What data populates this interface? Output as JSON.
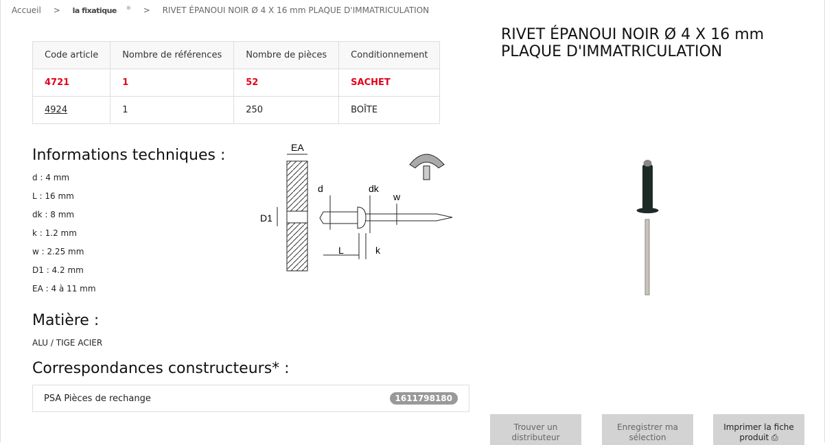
{
  "breadcrumb": {
    "home": "Accueil",
    "brand": "la fixatique",
    "reg": "®",
    "current": "RIVET ÉPANOUI NOIR Ø 4 X 16 mm PLAQUE D'IMMATRICULATION",
    "sep": ">"
  },
  "title_line1": "RIVET ÉPANOUI NOIR Ø 4 X 16 mm",
  "title_line2": "PLAQUE D'IMMATRICULATION",
  "table": {
    "headers": [
      "Code article",
      "Nombre de références",
      "Nombre de pièces",
      "Conditionnement"
    ],
    "rows": [
      [
        "4721",
        "1",
        "52",
        "SACHET"
      ],
      [
        "4924",
        "1",
        "250",
        "BOÎTE"
      ]
    ]
  },
  "tech": {
    "title": "Informations techniques :",
    "items": [
      "d : 4 mm",
      "L : 16 mm",
      "dk : 8 mm",
      "k : 1.2 mm",
      "w : 2.25 mm",
      "D1 : 4.2 mm",
      "EA : 4 à 11 mm"
    ]
  },
  "diagram": {
    "EA": "EA",
    "d": "d",
    "dk": "dk",
    "w": "w",
    "D1": "D1",
    "L": "L",
    "k": "k"
  },
  "material": {
    "title": "Matière :",
    "value": "ALU / TIGE ACIER"
  },
  "corr": {
    "title": "Correspondances constructeurs* :",
    "name": "PSA Pièces de rechange",
    "ref": "1611798180"
  },
  "buttons": {
    "find": [
      "Trouver un",
      "distributeur"
    ],
    "save": [
      "Enregistrer ma",
      "sélection"
    ],
    "print": [
      "Imprimer la fiche",
      "produit"
    ]
  },
  "colors": {
    "accent": "#e3001b",
    "button": "#d3d3d3"
  }
}
